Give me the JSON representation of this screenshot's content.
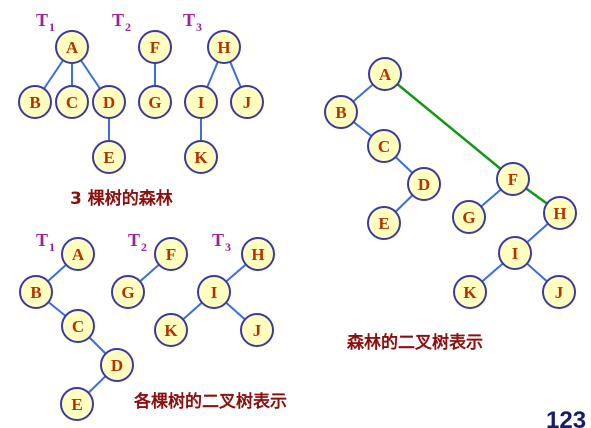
{
  "top_left_labels": [
    {
      "letter": "T",
      "sub": "1"
    },
    {
      "letter": "T",
      "sub": "2"
    },
    {
      "letter": "T",
      "sub": "3"
    }
  ],
  "bottom_left_labels": [
    {
      "letter": "T",
      "sub": "1"
    },
    {
      "letter": "T",
      "sub": "2"
    },
    {
      "letter": "T",
      "sub": "3"
    }
  ],
  "forest_nodes": [
    "A",
    "B",
    "C",
    "D",
    "E",
    "F",
    "G",
    "H",
    "I",
    "K",
    "J"
  ],
  "each_binary_nodes": [
    "A",
    "B",
    "C",
    "D",
    "E",
    "F",
    "G",
    "H",
    "I",
    "K",
    "J"
  ],
  "forest_binary_nodes": [
    "A",
    "B",
    "C",
    "D",
    "E",
    "F",
    "G",
    "H",
    "I",
    "K",
    "J"
  ],
  "captions": {
    "forest": "3 棵树的森林",
    "each_binary": "各棵树的二叉树表示",
    "forest_binary": "森林的二叉树表示"
  },
  "page_number": "123"
}
